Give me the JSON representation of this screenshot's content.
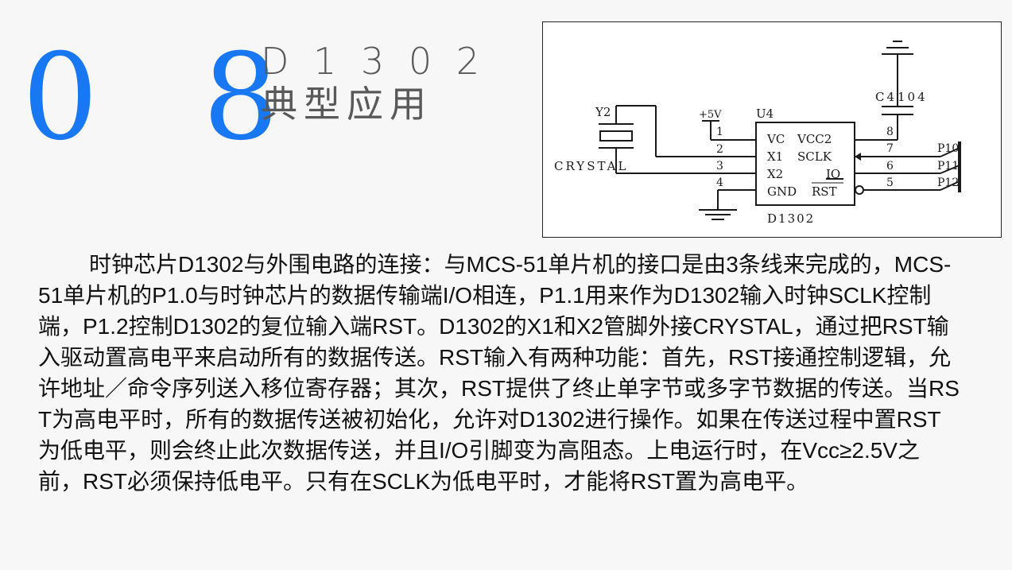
{
  "slide": {
    "number": "0 8",
    "title": "D 1 3 0 2 典型应用"
  },
  "schematic": {
    "labels": {
      "y2": "Y2",
      "crystal": "CRYSTAL",
      "plus5v": "+5V",
      "u4": "U4",
      "c4": "C4",
      "c_value": "104",
      "chip": "D1302",
      "pin_vcc": "VC",
      "pin_vcc2": "VCC2",
      "pin_x1": "X1",
      "pin_sclk": "SCLK",
      "pin_x2": "X2",
      "pin_io": "IO",
      "pin_gnd": "GND",
      "pin_rst": "RST",
      "p10": "P10",
      "p11": "P11",
      "p12": "P12",
      "n1": "1",
      "n2": "2",
      "n3": "3",
      "n4": "4",
      "n5": "5",
      "n6": "6",
      "n7": "7",
      "n8": "8"
    }
  },
  "paragraph": "时钟芯片D1302与外围电路的连接：与MCS-51单片机的接口是由3条线来完成的，MCS-51单片机的P1.0与时钟芯片的数据传输端I/O相连，P1.1用来作为D1302输入时钟SCLK控制端，P1.2控制D1302的复位输入端RST。D1302的X1和X2管脚外接CRYSTAL，通过把RST输入驱动置高电平来启动所有的数据传送。RST输入有两种功能：首先，RST接通控制逻辑，允许地址／命令序列送入移位寄存器；其次，RST提供了终止单字节或多字节数据的传送。当RST为高电平时，所有的数据传送被初始化，允许对D1302进行操作。如果在传送过程中置RST为低电平，则会终止此次数据传送，并且I/O引脚变为高阻态。上电运行时，在Vcc≥2.5V之前，RST必须保持低电平。只有在SCLK为低电平时，才能将RST置为高电平。",
  "colors": {
    "number": "#1877f2",
    "title": "#595959",
    "body": "#111111"
  }
}
